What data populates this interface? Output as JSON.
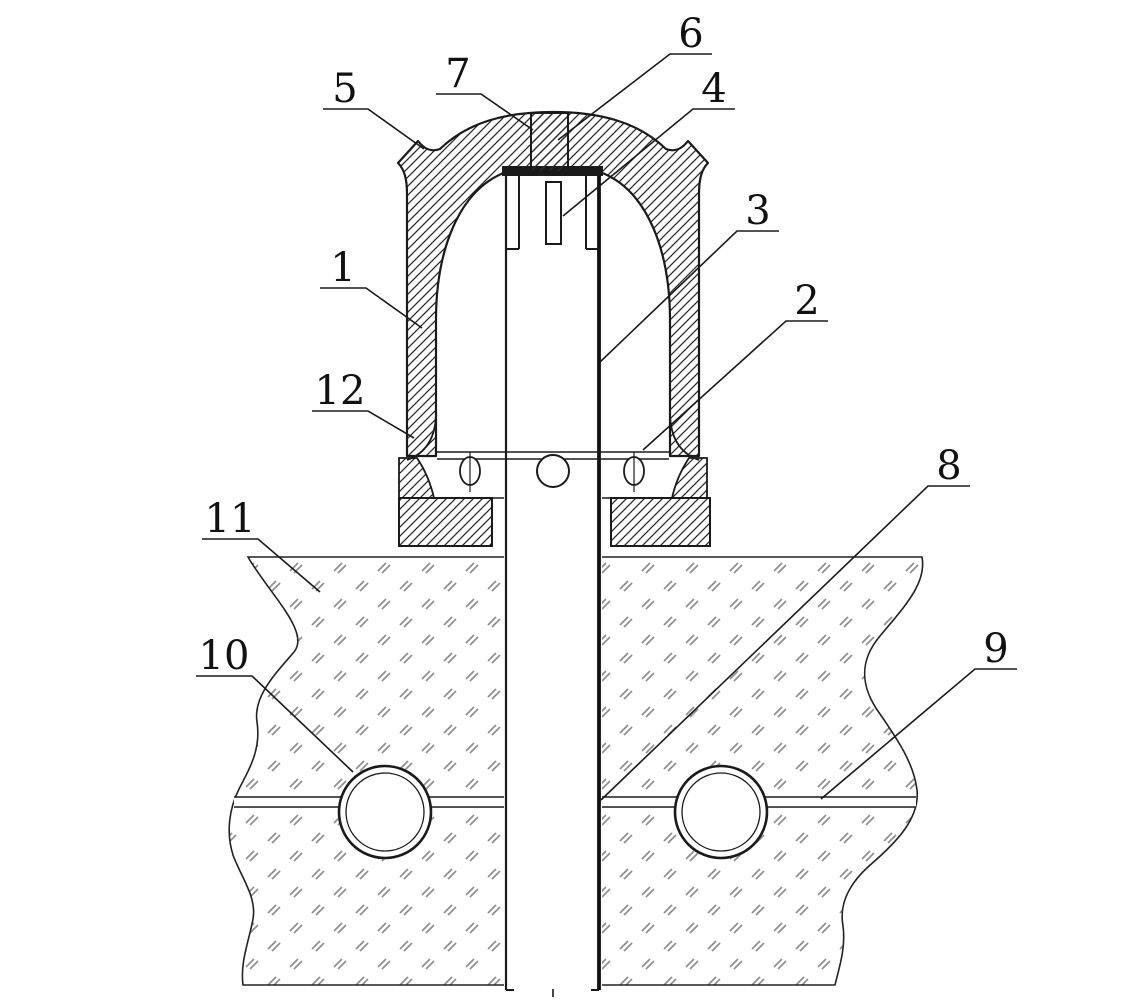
{
  "figure": {
    "type": "patent cross-section diagram",
    "description": "Sectional drawing of a bell-capped vertical tube assembly seated on a flange and embedded into a cross-hatched ground block containing two circular embedded pipes and a horizontal bedding channel"
  },
  "colors": {
    "line": "#1a1a1a",
    "hatch": "#2a2a2a",
    "ground_mark": "#8f8f8f",
    "background": "#ffffff"
  },
  "labels": [
    {
      "text": "1"
    },
    {
      "text": "2"
    },
    {
      "text": "3"
    },
    {
      "text": "4"
    },
    {
      "text": "5"
    },
    {
      "text": "6"
    },
    {
      "text": "7"
    },
    {
      "text": "8"
    },
    {
      "text": "9"
    },
    {
      "text": "10"
    },
    {
      "text": "11"
    },
    {
      "text": "12"
    }
  ]
}
